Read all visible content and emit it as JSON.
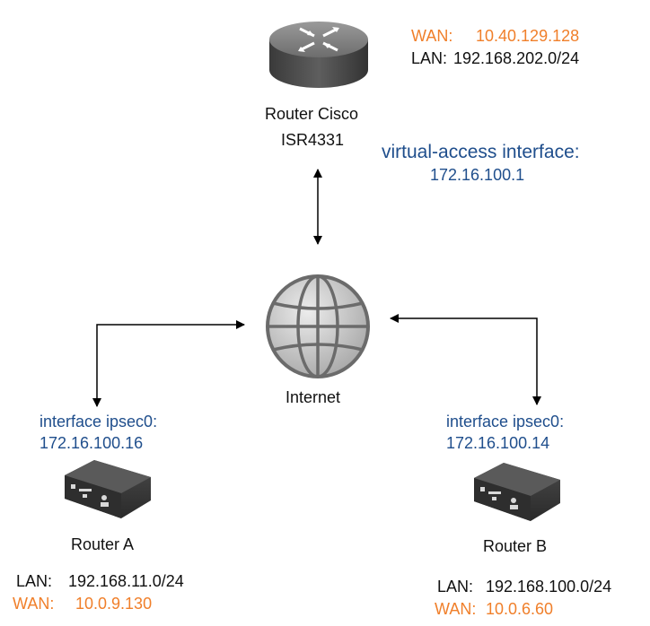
{
  "cisco": {
    "name_line1": "Router Cisco",
    "name_line2": "ISR4331",
    "wan_label": "WAN:",
    "wan_value": "10.40.129.128",
    "lan_label": "LAN:",
    "lan_value": "192.168.202.0/24",
    "tunnel_label": "virtual-access interface:",
    "tunnel_ip": "172.16.100.1",
    "icon": "cisco-router-icon"
  },
  "internet": {
    "label": "Internet",
    "icon": "globe-icon"
  },
  "router_a": {
    "name": "Router A",
    "tunnel_label": "interface ipsec0:",
    "tunnel_ip": "172.16.100.16",
    "lan_label": "LAN:",
    "lan_value": "192.168.11.0/24",
    "wan_label": "WAN:",
    "wan_value": "10.0.9.130",
    "icon": "router-device-icon"
  },
  "router_b": {
    "name": "Router B",
    "tunnel_label": "interface ipsec0:",
    "tunnel_ip": "172.16.100.14",
    "lan_label": "LAN:",
    "lan_value": "192.168.100.0/24",
    "wan_label": "WAN:",
    "wan_value": "10.0.6.60",
    "icon": "router-device-icon"
  },
  "colors": {
    "wan": "#f07f2a",
    "tunnel": "#1f4e8c",
    "text": "#111111"
  }
}
